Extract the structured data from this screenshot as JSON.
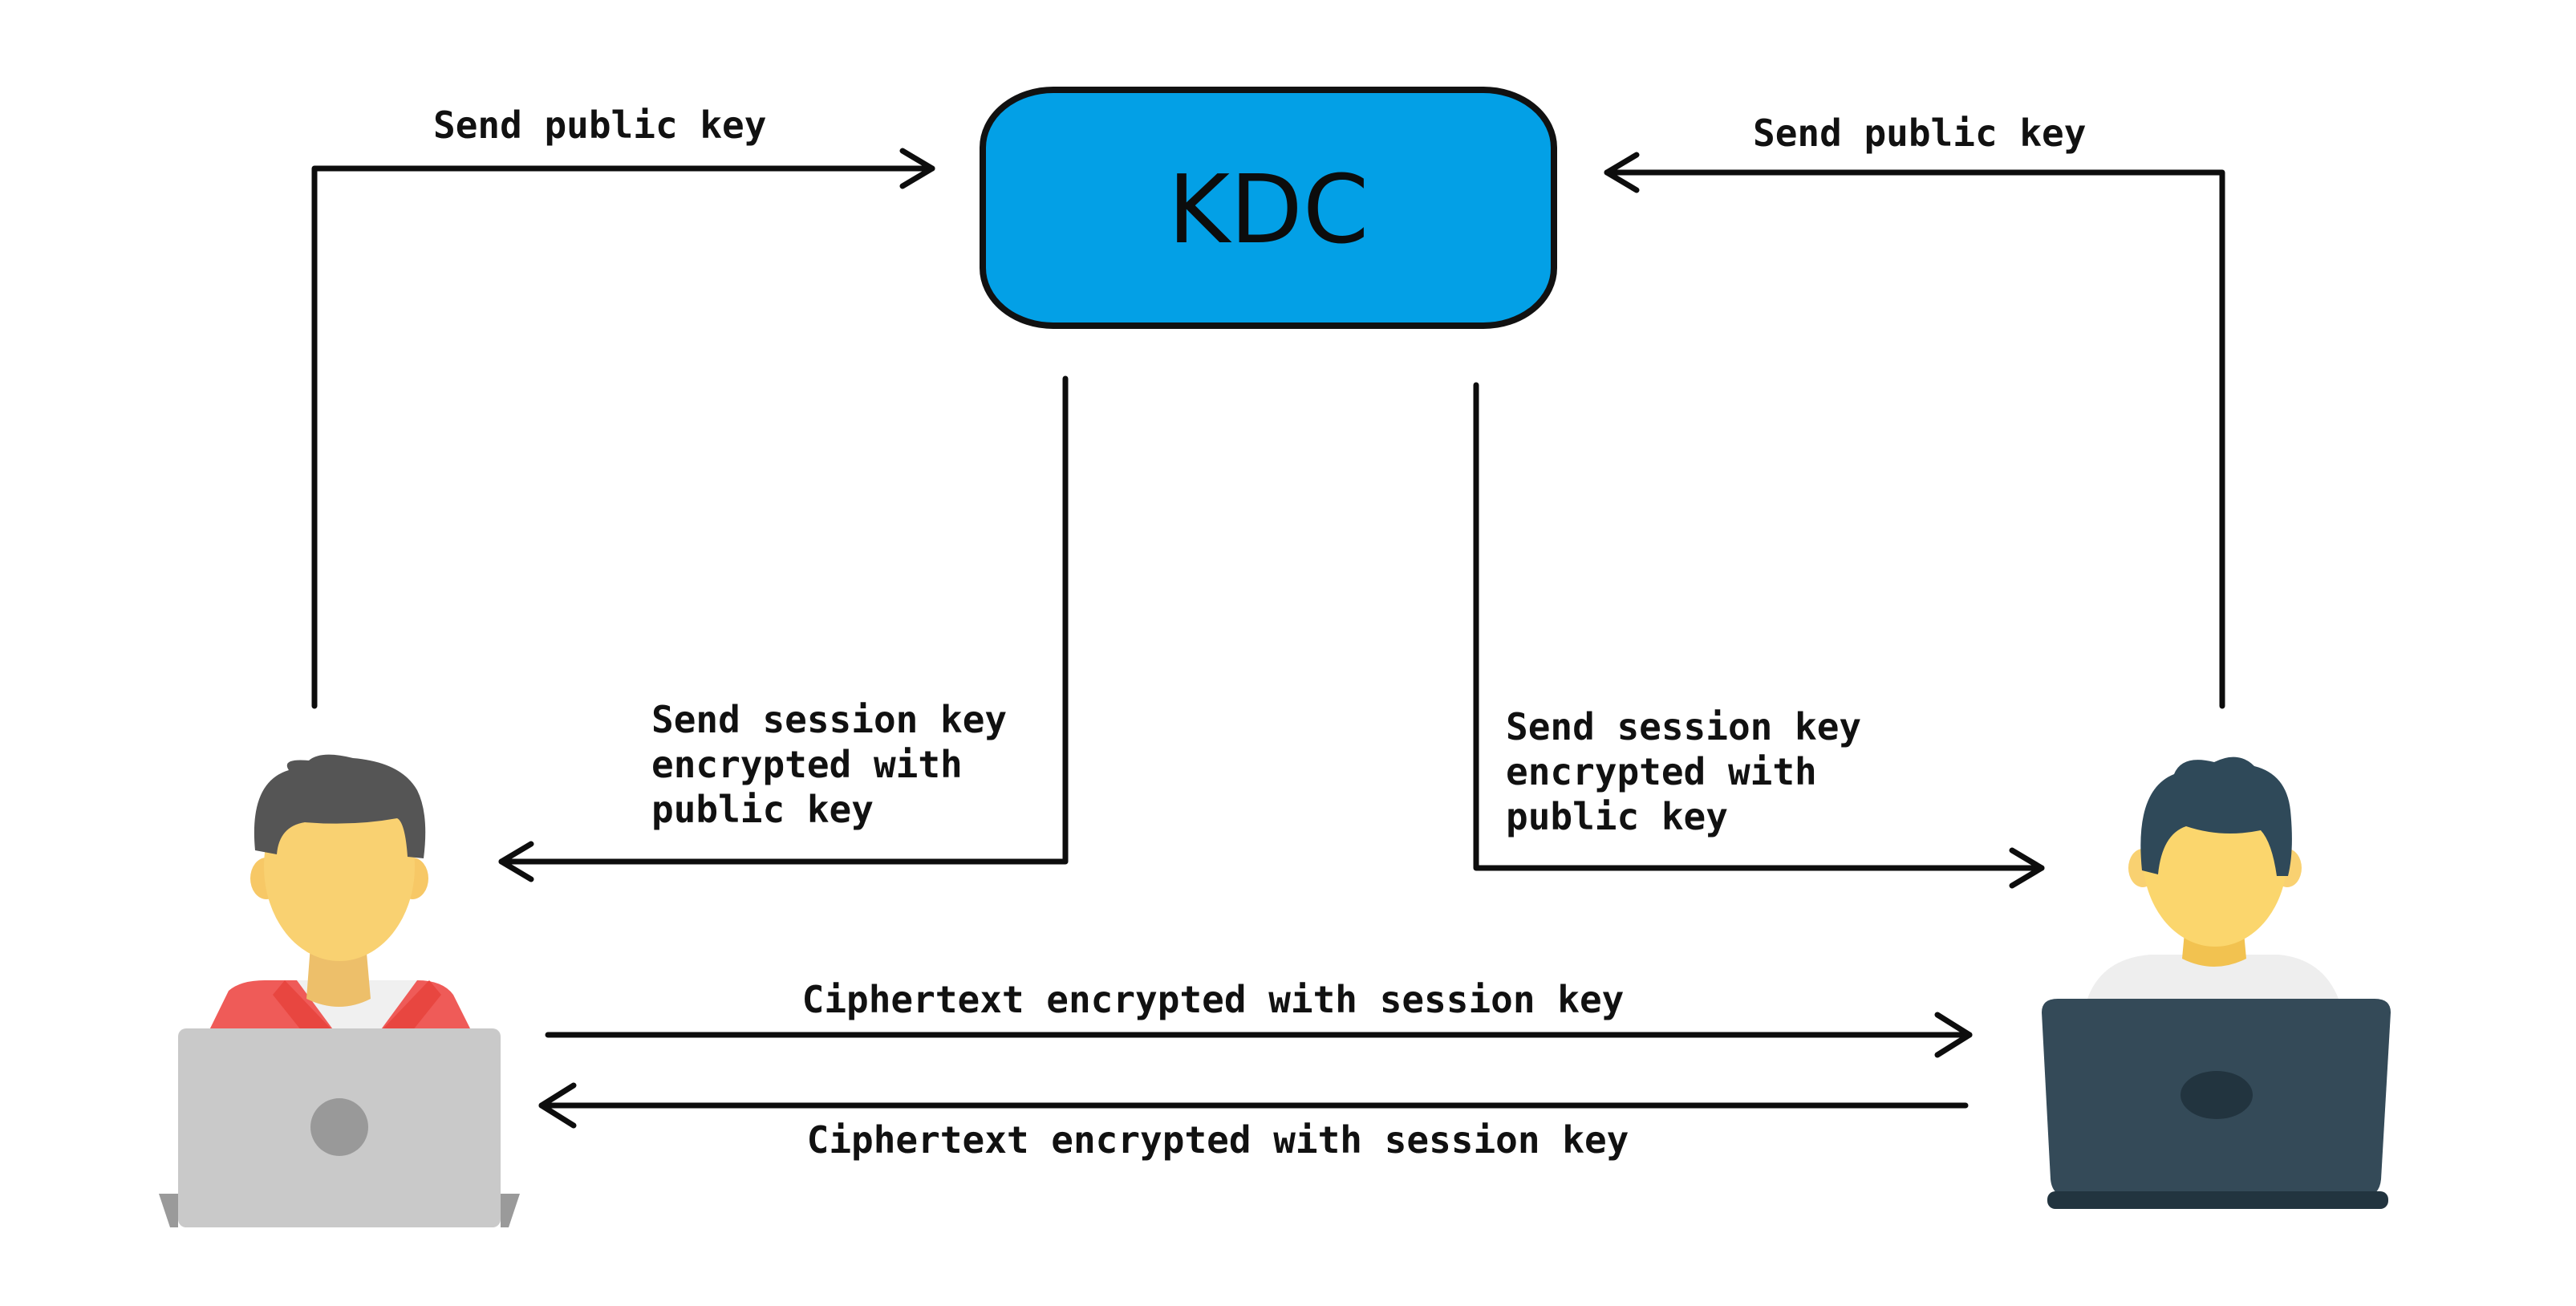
{
  "kdc": {
    "label": "KDC",
    "color": "#03a0e6"
  },
  "flows": {
    "left_send_public_key": "Send public key",
    "right_send_public_key": "Send public key",
    "left_session_key": {
      "line1": "Send session key",
      "line2": "encrypted with",
      "line3": "public key"
    },
    "right_session_key": {
      "line1": "Send session key",
      "line2": "encrypted with",
      "line3": "public key"
    },
    "ciphertext_to_right": "Ciphertext encrypted with session key",
    "ciphertext_to_left": "Ciphertext encrypted with session key"
  },
  "users": {
    "left": {
      "icon": "person-with-laptop-icon",
      "shirt_color": "#ef5b58",
      "laptop_color": "#c9c9c9"
    },
    "right": {
      "icon": "person-with-laptop-icon",
      "laptop_color": "#344a58",
      "hair_color": "#2f4959"
    }
  }
}
